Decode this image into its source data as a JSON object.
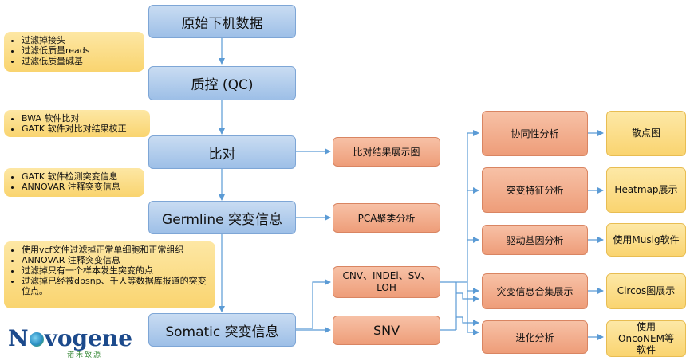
{
  "main_flow": {
    "raw_data": "原始下机数据",
    "qc": "质控 (QC)",
    "alignment": "比对",
    "germline": "Germline 突变信息",
    "somatic": "Somatic 突变信息"
  },
  "notes": {
    "qc": [
      "过滤掉接头",
      "过滤低质量reads",
      "过滤低质量碱基"
    ],
    "alignment": [
      "BWA 软件比对",
      "GATK  软件对比对结果校正"
    ],
    "germline": [
      "GATK  软件检测突变信息",
      "ANNOVAR  注释突变信息"
    ],
    "somatic": [
      "使用vcf文件过滤掉正常单细胞和正常组织",
      "ANNOVAR  注释突变信息",
      "过滤掉只有一个样本发生突变的点",
      "过滤掉已经被dbsnp、千人等数据库报道的突变位点。"
    ]
  },
  "outputs": {
    "alignment_plot": "比对结果展示图",
    "pca": "PCA聚类分析",
    "cnv": "CNV、INDEl、SV、LOH",
    "snv": "SNV"
  },
  "analyses": [
    "协同性分析",
    "突变特征分析",
    "驱动基因分析",
    "突变信息合集展示",
    "进化分析"
  ],
  "results": [
    "散点图",
    "Heatmap展示",
    "使用Musig软件",
    "Circos图展示",
    "使用OncoNEM等软件"
  ],
  "logo": {
    "brand": "Novogene",
    "sub": "诺禾致源",
    "brand_color": "#1c4a8c"
  },
  "colors": {
    "blue": "#9dbfe7",
    "red": "#ee9d79",
    "yellow": "#fad470",
    "connector": "#5b9bd5"
  }
}
